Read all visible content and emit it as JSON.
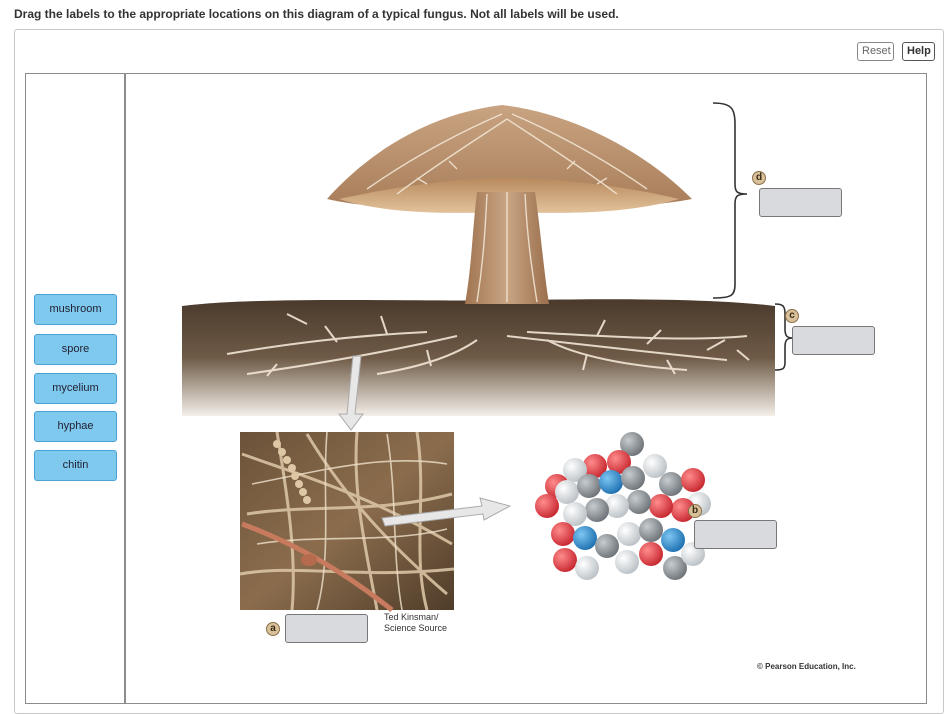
{
  "instructions": "Drag the labels to the appropriate locations on this diagram of a typical fungus. Not all labels will be used.",
  "buttons": {
    "reset": "Reset",
    "help": "Help"
  },
  "labels": [
    {
      "text": "mushroom"
    },
    {
      "text": "spore"
    },
    {
      "text": "mycelium"
    },
    {
      "text": "hyphae"
    },
    {
      "text": "chitin"
    }
  ],
  "markers": {
    "a": "a",
    "b": "b",
    "c": "c",
    "d": "d"
  },
  "photo_credit": {
    "line1": "Ted Kinsman/",
    "line2": "Science Source"
  },
  "copyright": "© Pearson Education, Inc.",
  "colors": {
    "label_fill": "#7fc8ee",
    "label_border": "#4aa2d4",
    "target_fill": "#d9dadd",
    "marker_fill": "#d8c09a",
    "oxygen": "#d9363e",
    "nitrogen": "#2f8fd0",
    "carbon": "#8a8f93",
    "hydrogen": "#dfe3e6"
  }
}
